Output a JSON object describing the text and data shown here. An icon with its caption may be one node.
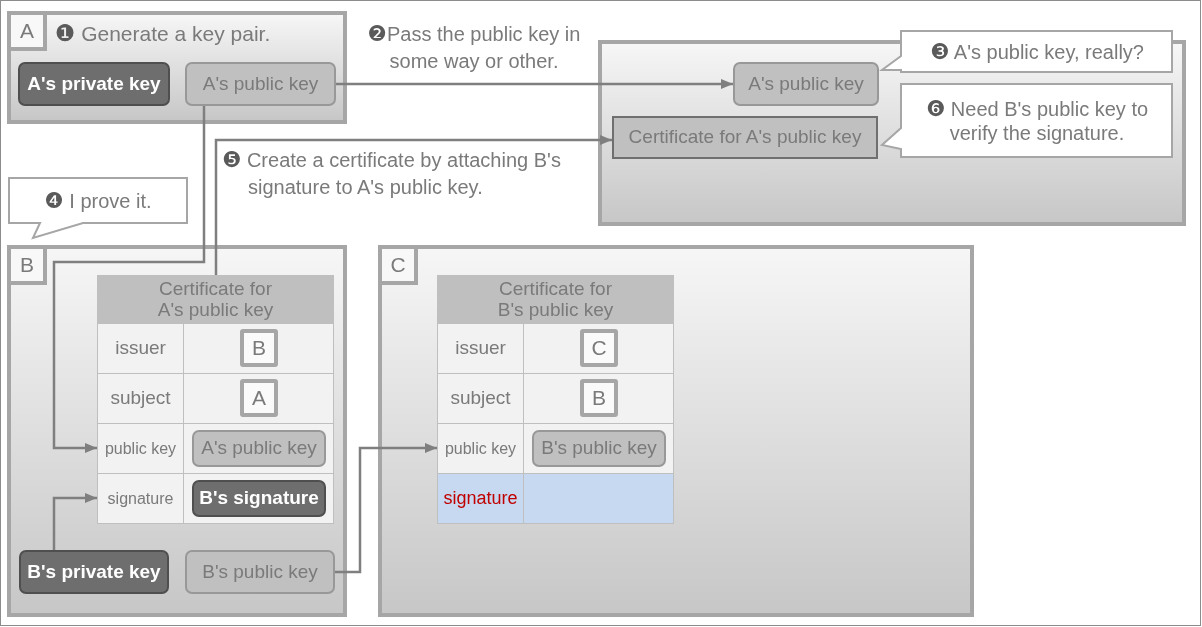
{
  "diagram": {
    "nodes": [
      {
        "text": [
          "❶ Generate a key pair."
        ]
      },
      {
        "text": [
          "A"
        ],
        "in": 0
      },
      {
        "text": [
          "A's private key"
        ],
        "in": 0
      },
      {
        "text": [
          "A's public key"
        ],
        "in": 0
      },
      {
        "text": [],
        "shape": "box"
      },
      {
        "text": [
          "A's public key"
        ],
        "in": 4
      },
      {
        "text": [
          "Certificate for A's public key"
        ],
        "in": 4
      },
      {
        "text": [
          "❸ A's public key, really?"
        ]
      },
      {
        "text": [
          "❻ Need B's public key to verify the signature."
        ],
        "in": 4
      },
      {
        "text": [
          "❹ I prove it."
        ]
      },
      {
        "text": [],
        "shape": "box"
      },
      {
        "text": [
          "B"
        ],
        "in": 10
      },
      {
        "text": [
          "Certificate for A's public key"
        ],
        "in": 10
      },
      {
        "text": [
          "issuer"
        ],
        "in": 12
      },
      {
        "text": [
          "B"
        ],
        "in": 12
      },
      {
        "text": [
          "subject"
        ],
        "in": 12
      },
      {
        "text": [
          "A"
        ],
        "in": 12
      },
      {
        "text": [
          "public key"
        ],
        "in": 12
      },
      {
        "text": [
          "A's public key"
        ],
        "in": 12
      },
      {
        "text": [
          "signature"
        ],
        "in": 12
      },
      {
        "text": [
          "B's signature"
        ],
        "in": 12
      },
      {
        "text": [
          "B's private key"
        ],
        "in": 10
      },
      {
        "text": [
          "B's public key"
        ],
        "in": 10
      },
      {
        "text": [],
        "shape": "box"
      },
      {
        "text": [
          "C"
        ],
        "in": 23
      },
      {
        "text": [
          "Certificate for B's public key"
        ],
        "in": 23
      },
      {
        "text": [
          "issuer"
        ],
        "in": 25
      },
      {
        "text": [
          "C"
        ],
        "in": 25
      },
      {
        "text": [
          "subject"
        ],
        "in": 25
      },
      {
        "text": [
          "B"
        ],
        "in": 25
      },
      {
        "text": [
          "public key"
        ],
        "in": 25
      },
      {
        "text": [
          "B's public key"
        ],
        "in": 25
      },
      {
        "text": [
          "signature"
        ],
        "in": 25
      },
      {
        "text": [],
        "shape": "box",
        "in": 25
      }
    ],
    "edges": [
      {
        "from": 3,
        "to": 5,
        "arrow": "to",
        "label": "❷Pass the public key in some way or other."
      },
      {
        "from": 3,
        "to": 17,
        "arrow": "to"
      },
      {
        "from": 12,
        "to": 6,
        "arrow": "to",
        "label": "❺ Create a certificate by attaching B's signature to A's public key."
      },
      {
        "from": 21,
        "to": 19,
        "arrow": "to"
      },
      {
        "from": 22,
        "to": 30,
        "arrow": "to"
      }
    ]
  }
}
